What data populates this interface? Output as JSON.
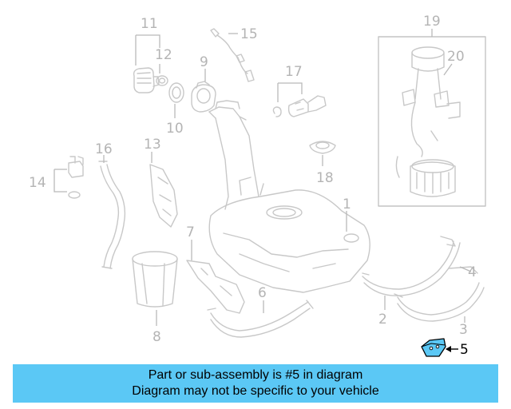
{
  "diagram": {
    "callouts": {
      "c1": "1",
      "c2": "2",
      "c3": "3",
      "c4": "4",
      "c5": "5",
      "c6": "6",
      "c7": "7",
      "c8": "8",
      "c9": "9",
      "c10": "10",
      "c11": "11",
      "c12": "12",
      "c13": "13",
      "c14": "14",
      "c15": "15",
      "c16": "16",
      "c17": "17",
      "c18": "18",
      "c19": "19",
      "c20": "20"
    },
    "highlight_part": "5",
    "colors": {
      "highlight_fill": "#5bc8f5",
      "banner_background": "#5bc8f5",
      "line_art": "#c8c8c8",
      "callout_text": "#b4b4b4"
    }
  },
  "banner": {
    "line1": "Part or sub-assembly is #5 in diagram",
    "line2": "Diagram may not be specific to your vehicle"
  }
}
